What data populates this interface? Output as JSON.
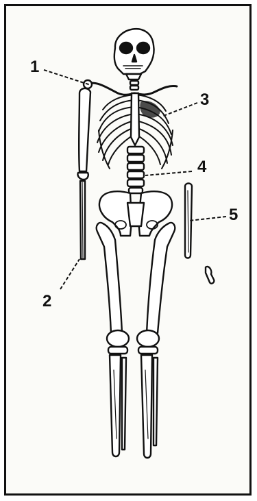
{
  "labels": {
    "one": "1",
    "two": "2",
    "three": "3",
    "four": "4",
    "five": "5"
  },
  "colors": {
    "ink": "#111111",
    "paper": "#fbfbf8",
    "bone": "#ffffff"
  }
}
